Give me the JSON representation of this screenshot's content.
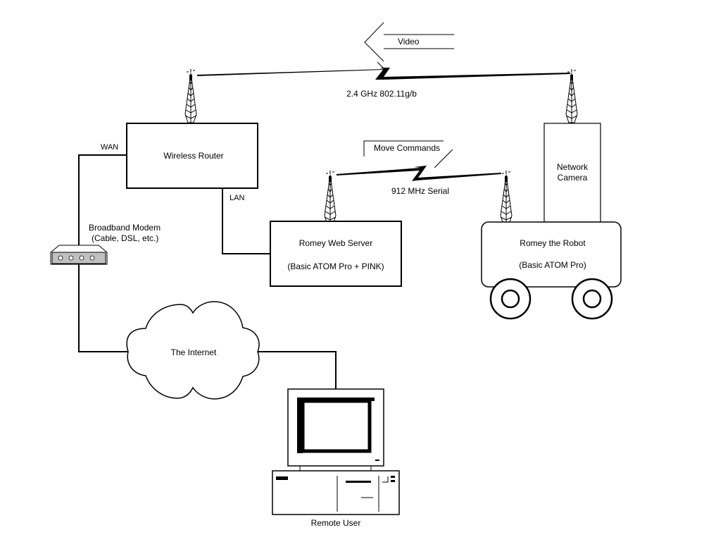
{
  "diagram": {
    "title": "Romey the Robot network diagram",
    "video_link": {
      "label": "Video",
      "direction": "left",
      "band_label": "2.4 GHz  802.11g/b"
    },
    "serial_link": {
      "label": "Move Commands",
      "band_label": "912 MHz Serial"
    },
    "nodes": {
      "wireless_router": {
        "label": "Wireless Router",
        "wan_label": "WAN",
        "lan_label": "LAN"
      },
      "modem": {
        "line1": "Broadband Modem",
        "line2": "(Cable, DSL, etc.)"
      },
      "web_server": {
        "line1": "Romey Web Server",
        "line2": "(Basic ATOM Pro + PINK)"
      },
      "camera": {
        "line1": "Network",
        "line2": "Camera"
      },
      "robot": {
        "line1": "Romey the Robot",
        "line2": "(Basic ATOM Pro)"
      },
      "internet": {
        "label": "The Internet"
      },
      "remote_user": {
        "label": "Remote User"
      }
    },
    "colors": {
      "line": "#000000",
      "background": "#ffffff",
      "modem_fill": "#c0c0c0"
    }
  }
}
